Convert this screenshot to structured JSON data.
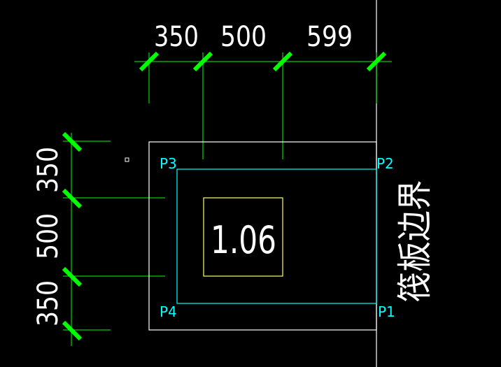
{
  "dimensions": {
    "top": [
      "350",
      "500",
      "599"
    ],
    "left": [
      "350",
      "500",
      "350"
    ]
  },
  "points": {
    "p1": "P1",
    "p2": "P2",
    "p3": "P3",
    "p4": "P4"
  },
  "center_value": "1.06",
  "boundary_label": "筏板边界",
  "colors": {
    "background": "#000000",
    "dimension": "#00ff00",
    "tick": "#00ff00",
    "outline": "#ffffff",
    "inner_outline": "#00ffff",
    "center_box": "#ffff66",
    "point_label": "#00ffff",
    "text": "#ffffff"
  }
}
